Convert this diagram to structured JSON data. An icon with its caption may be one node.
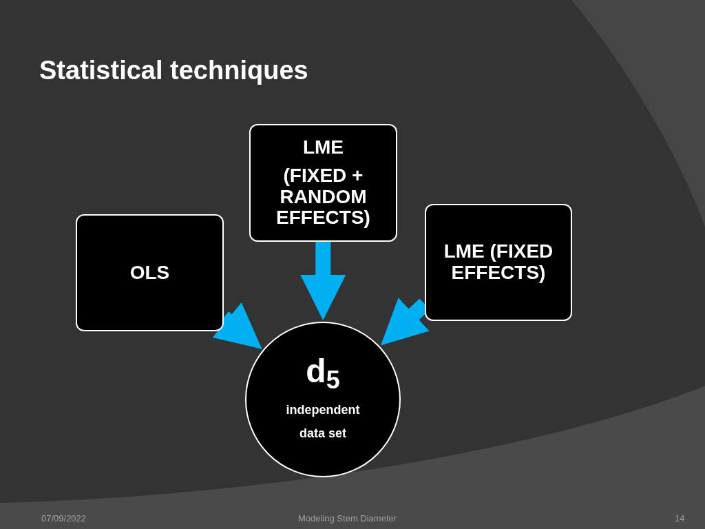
{
  "diagram": {
    "title": "Statistical techniques",
    "nodes": [
      {
        "text": [
          "OLS"
        ]
      },
      {
        "text": [
          "LME",
          "(FIXED + RANDOM EFFECTS)"
        ]
      },
      {
        "text": [
          "LME (FIXED EFFECTS)"
        ]
      },
      {
        "text": [
          "d$_{5}$",
          "independent data set"
        ]
      }
    ],
    "edges": [
      {
        "from": 0,
        "to": 3,
        "arrow": "to"
      },
      {
        "from": 1,
        "to": 3,
        "arrow": "to"
      },
      {
        "from": 2,
        "to": 3,
        "arrow": "to"
      }
    ],
    "labels": [
      "07/09/2022",
      "Modeling Stem Diameter",
      "14"
    ]
  }
}
